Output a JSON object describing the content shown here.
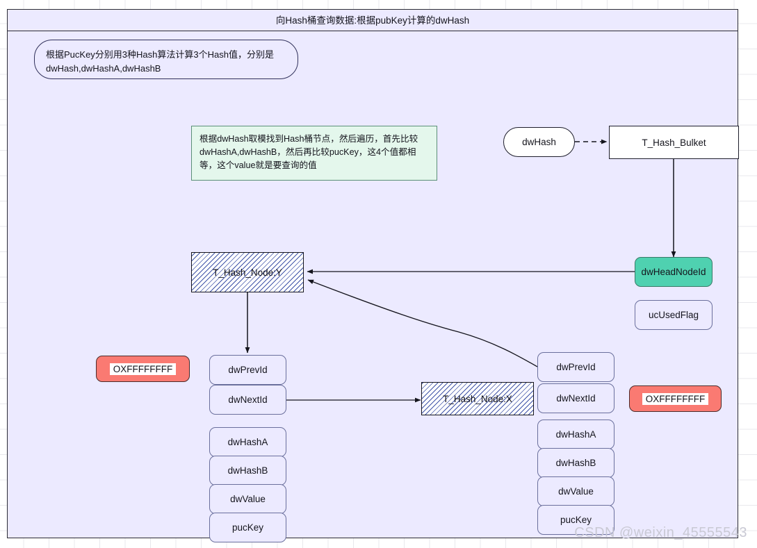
{
  "frame": {
    "title": "向Hash桶查询数据:根据pubKey计算的dwHash"
  },
  "notes": {
    "top_left": "根据PucKey分别用3种Hash算法计算3个Hash值，分别是dwHash,dwHashA,dwHashB",
    "middle_green": "根据dwHash取模找到Hash桶节点，然后遍历，首先比较dwHashA,dwHashB，然后再比较pucKey，这4个值都相等，这个value就是要查询的值"
  },
  "nodes": {
    "dwhash_ellipse": "dwHash",
    "hash_bulket": "T_Hash_Bulket",
    "head_node_id": "dwHeadNodeId",
    "uc_used_flag": "ucUsedFlag",
    "node_y": "T_Hash_Node:Y",
    "node_x": "T_Hash_Node:X"
  },
  "left_struct": {
    "sentinel": "OXFFFFFFFF",
    "fields": [
      "dwPrevId",
      "dwNextId",
      "dwHashA",
      "dwHashB",
      "dwValue",
      "pucKey"
    ]
  },
  "right_struct": {
    "sentinel": "OXFFFFFFFF",
    "fields": [
      "dwPrevId",
      "dwNextId",
      "dwHashA",
      "dwHashB",
      "dwValue",
      "pucKey"
    ]
  },
  "watermark": "CSDN @weixin_45555543",
  "colors": {
    "frame_bg": "#eceaff",
    "frame_border": "#2b2b33",
    "note_green_bg": "#e4f7ec",
    "teal": "#4fd1b0",
    "red": "#fa7a72",
    "field_border": "#6a6f9c",
    "hatch": "#3f53a8"
  }
}
